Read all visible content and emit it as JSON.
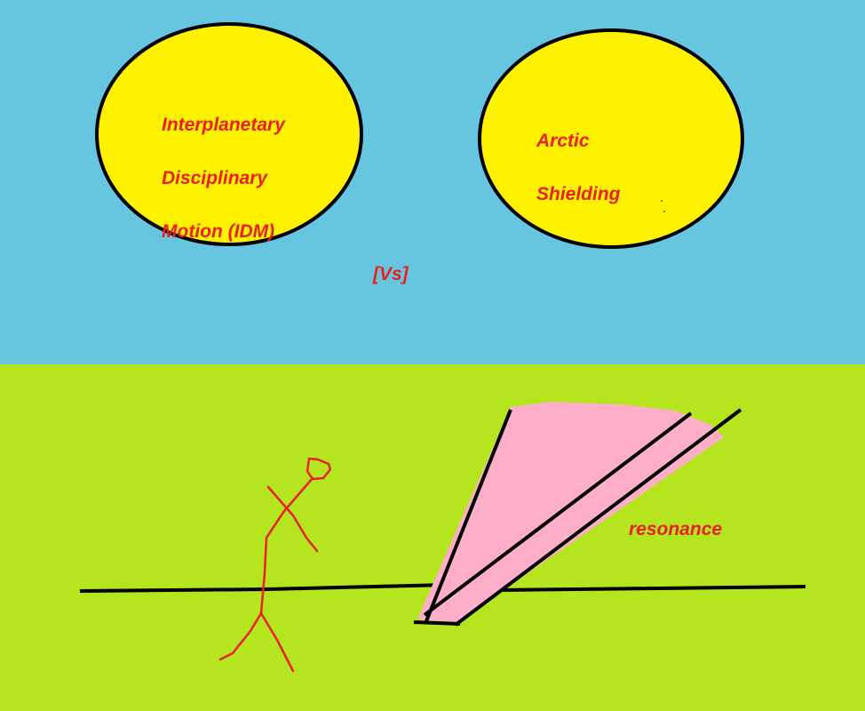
{
  "circles": [
    {
      "id": "left",
      "lines": [
        "Interplanetary",
        "Disciplinary",
        "Motion (IDM)"
      ]
    },
    {
      "id": "right",
      "lines": [
        "Arctic",
        "Shielding"
      ]
    }
  ],
  "versus_label": "[Vs]",
  "resonance_label": "resonance",
  "colors": {
    "sky": "#66c6e0",
    "ground": "#b5e51f",
    "circle_fill": "#fff200",
    "text": "#e82020",
    "beam": "#ffaec9",
    "lines": "#000000"
  }
}
